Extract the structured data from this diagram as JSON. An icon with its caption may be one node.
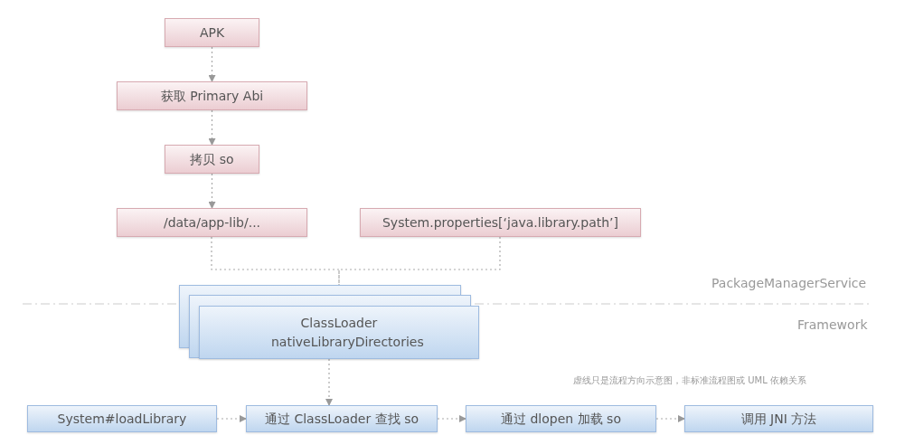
{
  "diagram": {
    "nodes": [
      {
        "text": [
          "APK"
        ]
      },
      {
        "text": [
          "获取 Primary Abi"
        ]
      },
      {
        "text": [
          "拷贝 so"
        ]
      },
      {
        "text": [
          "/data/app-lib/..."
        ]
      },
      {
        "text": [
          "System.properties[‘java.library.path’]"
        ]
      },
      {
        "text": [
          "ClassLoader nativeLibraryDirectories"
        ]
      },
      {
        "text": [
          "System#loadLibrary"
        ]
      },
      {
        "text": [
          "通过 ClassLoader 查找 so"
        ]
      },
      {
        "text": [
          "通过 dlopen 加载 so"
        ]
      },
      {
        "text": [
          "调用 JNI 方法"
        ]
      }
    ],
    "edges": [
      {
        "from": 0,
        "to": 1,
        "arrow": "to",
        "style": "dashed"
      },
      {
        "from": 1,
        "to": 2,
        "arrow": "to",
        "style": "dashed"
      },
      {
        "from": 2,
        "to": 3,
        "arrow": "to",
        "style": "dashed"
      },
      {
        "from": 3,
        "to": 5,
        "arrow": "none",
        "style": "dashed"
      },
      {
        "from": 4,
        "to": 5,
        "arrow": "none",
        "style": "dashed"
      },
      {
        "from": 5,
        "to": 7,
        "arrow": "to",
        "style": "dashed"
      },
      {
        "from": 6,
        "to": 7,
        "arrow": "to",
        "style": "dashed"
      },
      {
        "from": 7,
        "to": 8,
        "arrow": "to",
        "style": "dashed"
      },
      {
        "from": 8,
        "to": 9,
        "arrow": "to",
        "style": "dashed"
      }
    ],
    "labels": [
      "PackageManagerService",
      "Framework",
      "虚线只是流程方向示意图，非标准流程图或 UML 依赖关系"
    ]
  }
}
